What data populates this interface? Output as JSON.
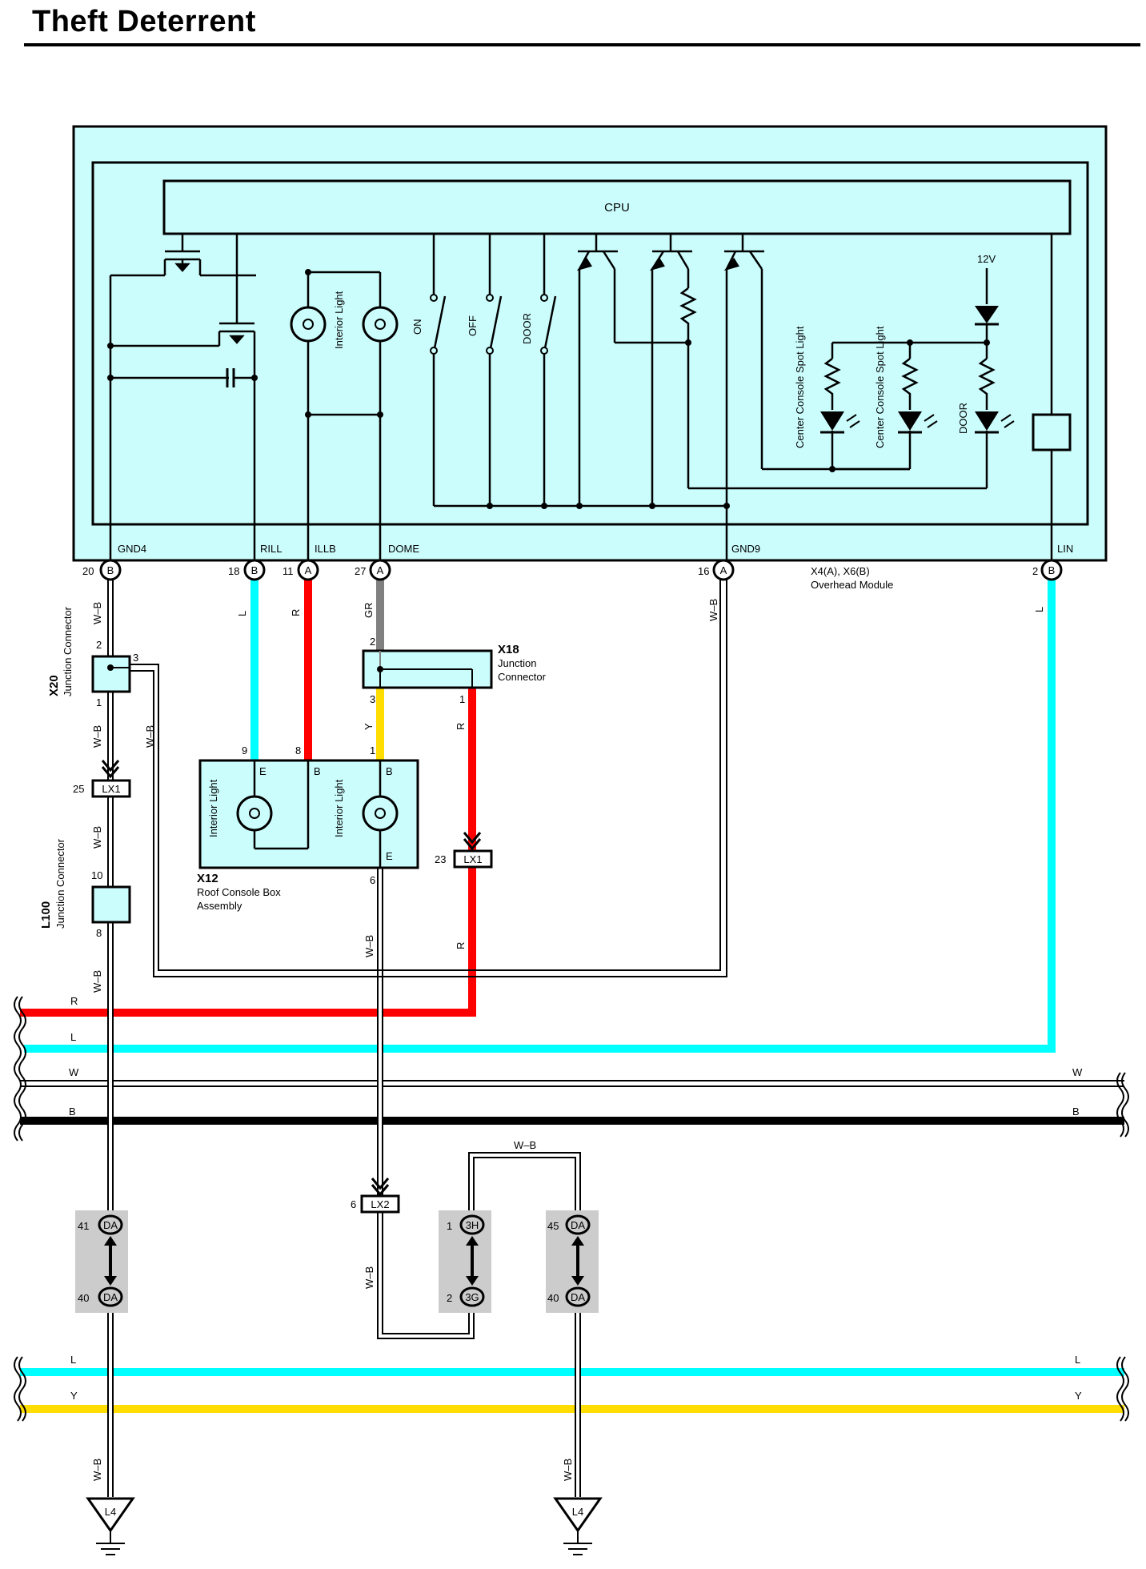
{
  "title": "Theft Deterrent",
  "colors": {
    "module_fill": "#ccfdfd",
    "wire_red": "#ff0000",
    "wire_cyan": "#00ffff",
    "wire_yellow": "#ffdd00",
    "wire_gray": "#808080",
    "wire_black": "#000000",
    "splice_bg": "#cccccc"
  },
  "module": {
    "cpu_label": "CPU",
    "pins": [
      "GND4",
      "RILL",
      "ILLB",
      "DOME",
      "GND9",
      "LIN"
    ],
    "pin_numbers": [
      "20",
      "18",
      "11",
      "27",
      "16",
      "2"
    ],
    "pin_connectors": [
      "B",
      "B",
      "A",
      "A",
      "A",
      "B"
    ],
    "id": "X4(A), X6(B)",
    "name": "Overhead Module",
    "interior_light": "Interior Light",
    "switches": [
      "ON",
      "OFF",
      "DOOR"
    ],
    "spot_light": "Center Console Spot Light",
    "door_led": "DOOR",
    "supply": "12V"
  },
  "x20": {
    "id": "X20",
    "name": "Junction Connector",
    "pins": [
      "2",
      "3",
      "1"
    ]
  },
  "x18": {
    "id": "X18",
    "name1": "Junction",
    "name2": "Connector",
    "pins": [
      "2",
      "3",
      "1"
    ]
  },
  "x12": {
    "id": "X12",
    "name1": "Roof Console Box",
    "name2": "Assembly",
    "pins": [
      "9",
      "8",
      "1",
      "6"
    ],
    "terminals": [
      "E",
      "B",
      "B",
      "E"
    ],
    "light": "Interior Light"
  },
  "l100": {
    "id": "L100",
    "name": "Junction Connector",
    "pins": [
      "10",
      "8"
    ]
  },
  "lx1": {
    "label": "LX1",
    "pin_left": "25",
    "pin_right": "23"
  },
  "lx2": {
    "label": "LX2",
    "pin": "6"
  },
  "splices": [
    {
      "top_pin": "41",
      "top": "DA",
      "bottom_pin": "40",
      "bottom": "DA"
    },
    {
      "top_pin": "1",
      "top": "3H",
      "bottom_pin": "2",
      "bottom": "3G"
    },
    {
      "top_pin": "45",
      "top": "DA",
      "bottom_pin": "40",
      "bottom": "DA"
    }
  ],
  "wire_colors": {
    "wb": "W–B",
    "l": "L",
    "r": "R",
    "gr": "GR",
    "y": "Y",
    "w": "W",
    "b": "B"
  },
  "grounds": [
    "L4",
    "L4"
  ]
}
